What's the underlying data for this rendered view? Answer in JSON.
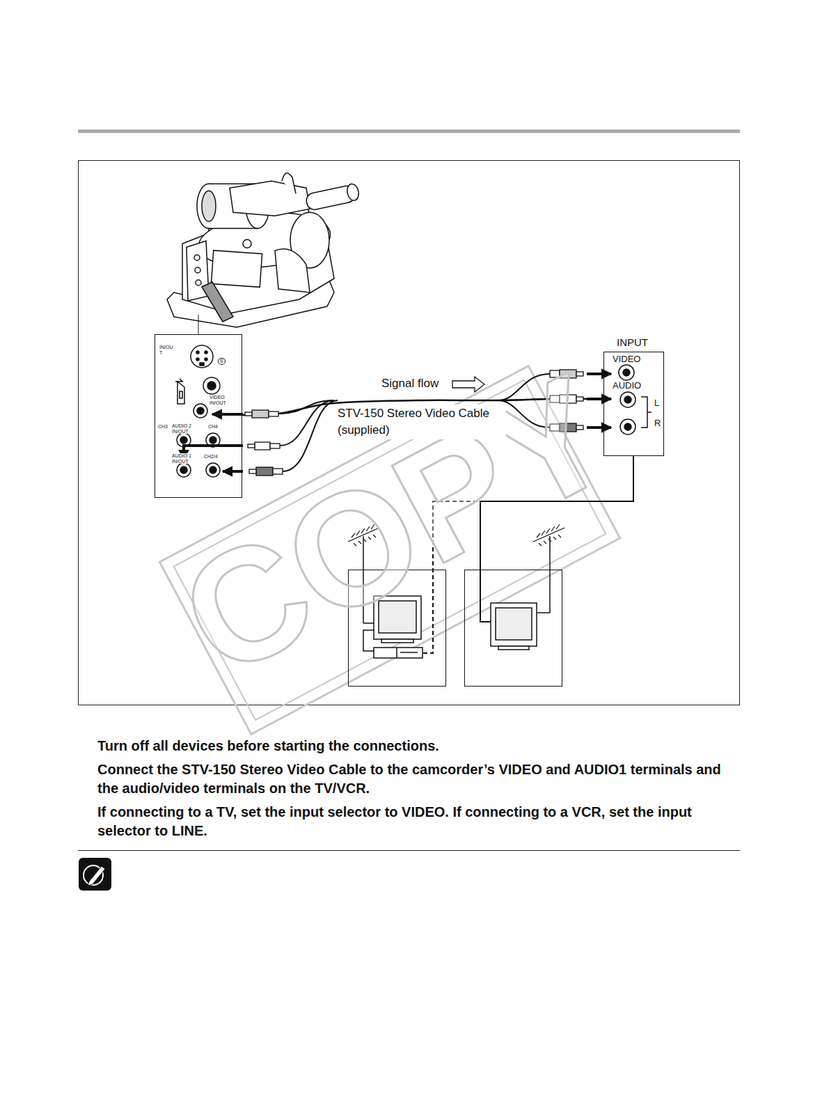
{
  "diagram": {
    "nodes": [
      {
        "text": [
          "IN/OUT",
          "S",
          "VIDEO IN/OUT",
          "CH3",
          "AUDIO 2 IN/OUT",
          "CH4",
          "AUDIO 1 IN/OUT",
          "CH2/4"
        ]
      },
      {
        "text": [
          "INPUT",
          "VIDEO",
          "AUDIO",
          "L",
          "R"
        ]
      }
    ],
    "edges": [
      {
        "from": 0,
        "to": 1,
        "arrow": "none",
        "label": "STV-150 Stereo Video Cable (supplied)"
      }
    ],
    "labels": [
      "Signal flow",
      "COPY",
      "Turn off all devices before starting the connections.",
      "Connect the STV-150 Stereo Video Cable to the camcorder’s VIDEO and AUDIO1 terminals and the audio/video terminals on the TV/VCR.",
      "If connecting to a TV, set the input selector to VIDEO. If connecting to a VCR, set the input selector to LINE."
    ]
  }
}
